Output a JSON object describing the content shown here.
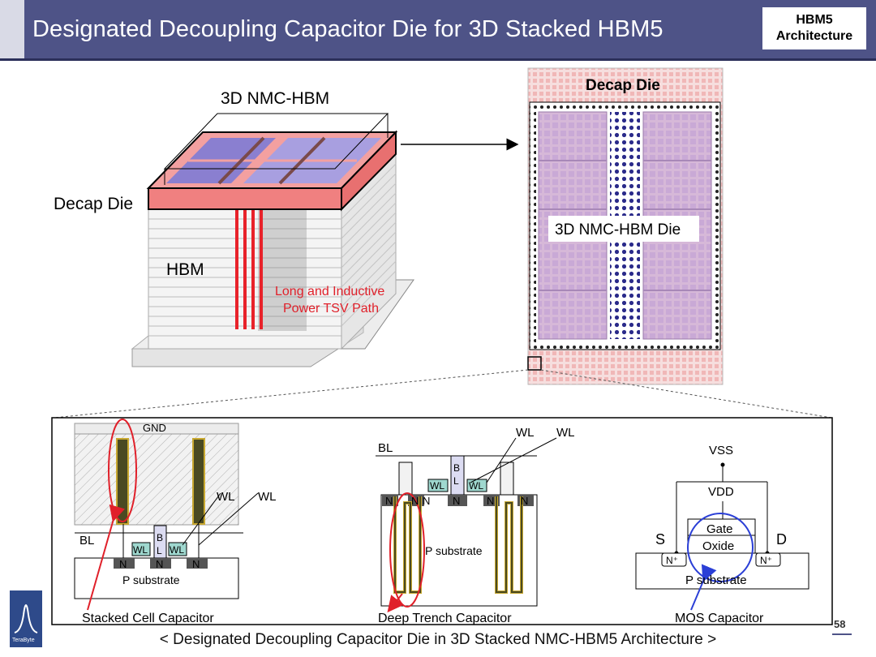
{
  "header": {
    "title": "Designated Decoupling Capacitor Die for 3D Stacked HBM5",
    "badge_line1": "HBM5",
    "badge_line2": "Architecture"
  },
  "left_diagram": {
    "top_label": "3D NMC-HBM",
    "decap_label": "Decap Die",
    "hbm_label": "HBM",
    "tsv_line1": "Long and Inductive",
    "tsv_line2": "Power TSV Path"
  },
  "right_diagram": {
    "title": "Decap Die",
    "center_label": "3D NMC-HBM Die"
  },
  "bottom_panels": {
    "stacked": {
      "gnd": "GND",
      "wl1": "WL",
      "wl2": "WL",
      "bl": "BL",
      "bl_b": "B",
      "bl_l": "L",
      "wl_box1": "WL",
      "wl_box2": "WL",
      "n1": "N",
      "n2": "N",
      "n3": "N",
      "substrate": "P substrate",
      "caption": "Stacked Cell Capacitor"
    },
    "trench": {
      "wl1": "WL",
      "wl2": "WL",
      "bl": "BL",
      "bl_b": "B",
      "bl_l": "L",
      "wl_box1": "WL",
      "wl_box2": "WL",
      "n1": "N",
      "n2": "N",
      "n3": "N",
      "n4": "N",
      "n5": "N",
      "n6": "N",
      "substrate": "P substrate",
      "caption": "Deep Trench Capacitor"
    },
    "mos": {
      "vss": "VSS",
      "vdd": "VDD",
      "gate": "Gate",
      "oxide": "Oxide",
      "s": "S",
      "d": "D",
      "nplus1": "N⁺",
      "nplus2": "N⁺",
      "substrate": "P substrate",
      "caption": "MOS Capacitor"
    }
  },
  "footer": {
    "caption": "< Designated Decoupling Capacitor Die in 3D Stacked NMC-HBM5 Architecture >",
    "page": "58",
    "logo_text": "TeraByte"
  },
  "colors": {
    "header_bg": "#4e5387",
    "decap_red": "#f08080",
    "tsv_red": "#e8222a",
    "annotation_red": "#e0202a",
    "mos_blue": "#2b3fd6"
  }
}
